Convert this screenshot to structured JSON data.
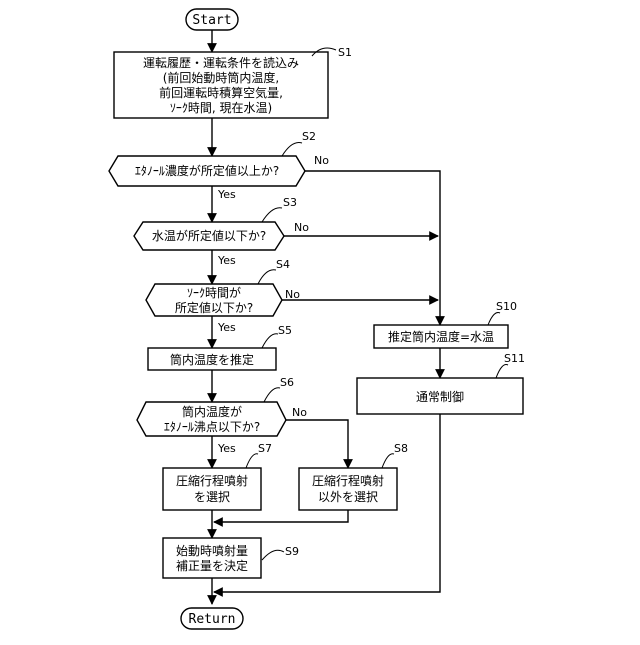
{
  "start_label": "Start",
  "return_label": "Return",
  "nodes": {
    "s1": {
      "step": "S1",
      "lines": [
        "運転履歴・運転条件を読込み",
        "(前回始動時筒内温度,",
        "前回運転時積算空気量,",
        "ｿｰｸ時間, 現在水温)"
      ]
    },
    "s2": {
      "step": "S2",
      "lines": [
        "ｴﾀﾉｰﾙ濃度が所定値以上か?"
      ]
    },
    "s3": {
      "step": "S3",
      "lines": [
        "水温が所定値以下か?"
      ]
    },
    "s4": {
      "step": "S4",
      "lines": [
        "ｿｰｸ時間が",
        "所定値以下か?"
      ]
    },
    "s5": {
      "step": "S5",
      "lines": [
        "筒内温度を推定"
      ]
    },
    "s6": {
      "step": "S6",
      "lines": [
        "筒内温度が",
        "ｴﾀﾉｰﾙ沸点以下か?"
      ]
    },
    "s7": {
      "step": "S7",
      "lines": [
        "圧縮行程噴射",
        "を選択"
      ]
    },
    "s8": {
      "step": "S8",
      "lines": [
        "圧縮行程噴射",
        "以外を選択"
      ]
    },
    "s9": {
      "step": "S9",
      "lines": [
        "始動時噴射量",
        "補正量を決定"
      ]
    },
    "s10": {
      "step": "S10",
      "lines": [
        "推定筒内温度=水温"
      ]
    },
    "s11": {
      "step": "S11",
      "lines": [
        "通常制御"
      ]
    }
  },
  "branch_labels": {
    "yes": "Yes",
    "no": "No"
  }
}
